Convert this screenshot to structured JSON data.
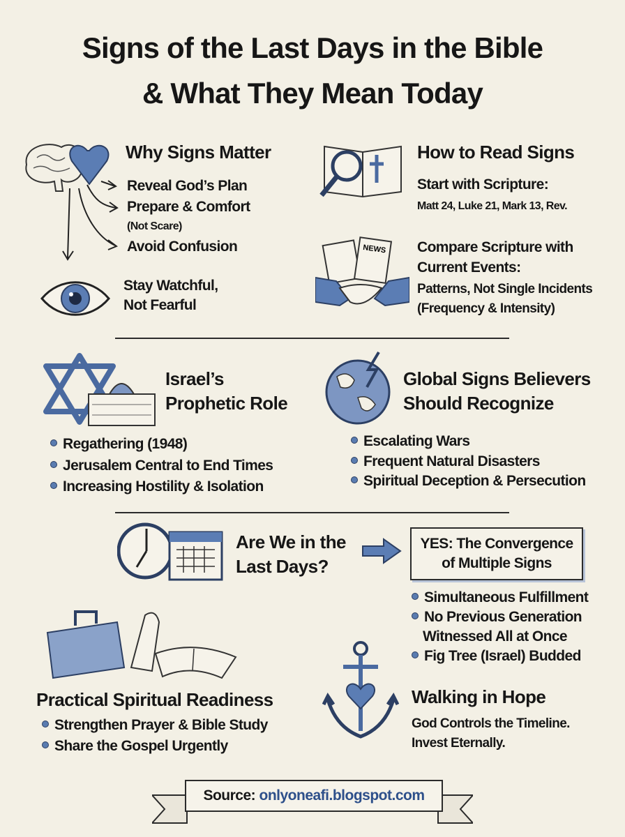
{
  "title": {
    "line1": "Signs of the Last Days in the Bible",
    "line2": "& What They Mean Today"
  },
  "why": {
    "heading": "Why Signs Matter",
    "items": [
      "Reveal God’s Plan",
      "Prepare & Comfort",
      "(Not Scare)",
      "Avoid Confusion"
    ],
    "watch": [
      "Stay Watchful,",
      "Not Fearful"
    ]
  },
  "read": {
    "heading": "How to Read Signs",
    "start": "Start with Scripture:",
    "refs": "Matt 24, Luke 21, Mark 13, Rev.",
    "compare": [
      "Compare Scripture with",
      "Current Events:"
    ],
    "patterns": "Patterns, Not Single Incidents",
    "freq": "(Frequency & Intensity)",
    "news_label": "NEWS"
  },
  "israel": {
    "heading": [
      "Israel’s",
      "Prophetic Role"
    ],
    "items": [
      "Regathering (1948)",
      "Jerusalem Central to End Times",
      "Increasing Hostility & Isolation"
    ]
  },
  "global": {
    "heading": [
      "Global Signs Believers",
      "Should Recognize"
    ],
    "items": [
      "Escalating Wars",
      "Frequent Natural Disasters",
      "Spiritual Deception & Persecution"
    ]
  },
  "last": {
    "question": [
      "Are We in the",
      "Last Days?"
    ],
    "answer": [
      "YES: The Convergence",
      "of Multiple Signs"
    ],
    "items": [
      "Simultaneous Fulfillment",
      "No Previous Generation",
      "Witnessed All at Once",
      "Fig Tree (Israel) Budded"
    ]
  },
  "ready": {
    "heading": "Practical Spiritual Readiness",
    "items": [
      "Strengthen Prayer & Bible Study",
      "Share the Gospel Urgently"
    ]
  },
  "hope": {
    "heading": "Walking in Hope",
    "lines": [
      "God Controls the Timeline.",
      "Invest Eternally."
    ]
  },
  "source": {
    "label": "Source:",
    "url": "onlyoneafi.blogspot.com"
  },
  "colors": {
    "accent": "#4a6aa0",
    "background": "#f3f0e5",
    "text": "#161616"
  }
}
